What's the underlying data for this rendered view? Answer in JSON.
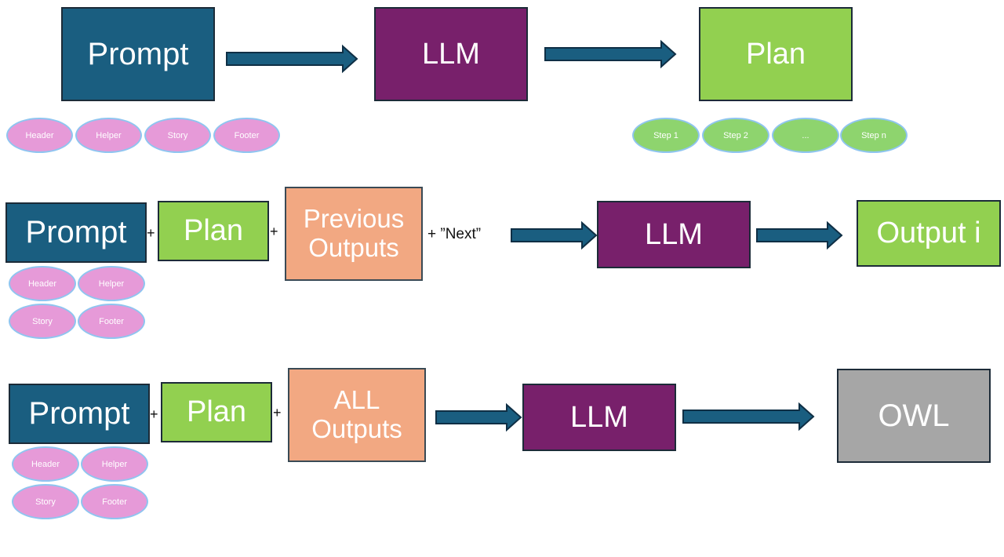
{
  "colors": {
    "prompt": "#1a5e80",
    "llm": "#78206b",
    "plan": "#92d050",
    "previous_outputs": "#f2a882",
    "owl": "#a6a6a6",
    "tag_pink": "#e69ad8",
    "tag_green": "#8ed46e",
    "arrow": "#1a5e80"
  },
  "row1": {
    "prompt": "Prompt",
    "llm": "LLM",
    "plan": "Plan",
    "prompt_tags": [
      "Header",
      "Helper",
      "Story",
      "Footer"
    ],
    "plan_steps": [
      "Step 1",
      "Step 2",
      "...",
      "Step n"
    ]
  },
  "row2": {
    "prompt": "Prompt",
    "plus1": "+",
    "plan": "Plan",
    "plus2": "+",
    "previous_outputs": "Previous Outputs",
    "next_text": "+ ”Next”",
    "llm": "LLM",
    "output": "Output i",
    "prompt_tags": [
      "Header",
      "Helper",
      "Story",
      "Footer"
    ]
  },
  "row3": {
    "prompt": "Prompt",
    "plus1": "+",
    "plan": "Plan",
    "plus2": "+",
    "all_outputs": "ALL Outputs",
    "llm": "LLM",
    "owl": "OWL",
    "prompt_tags": [
      "Header",
      "Helper",
      "Story",
      "Footer"
    ]
  }
}
